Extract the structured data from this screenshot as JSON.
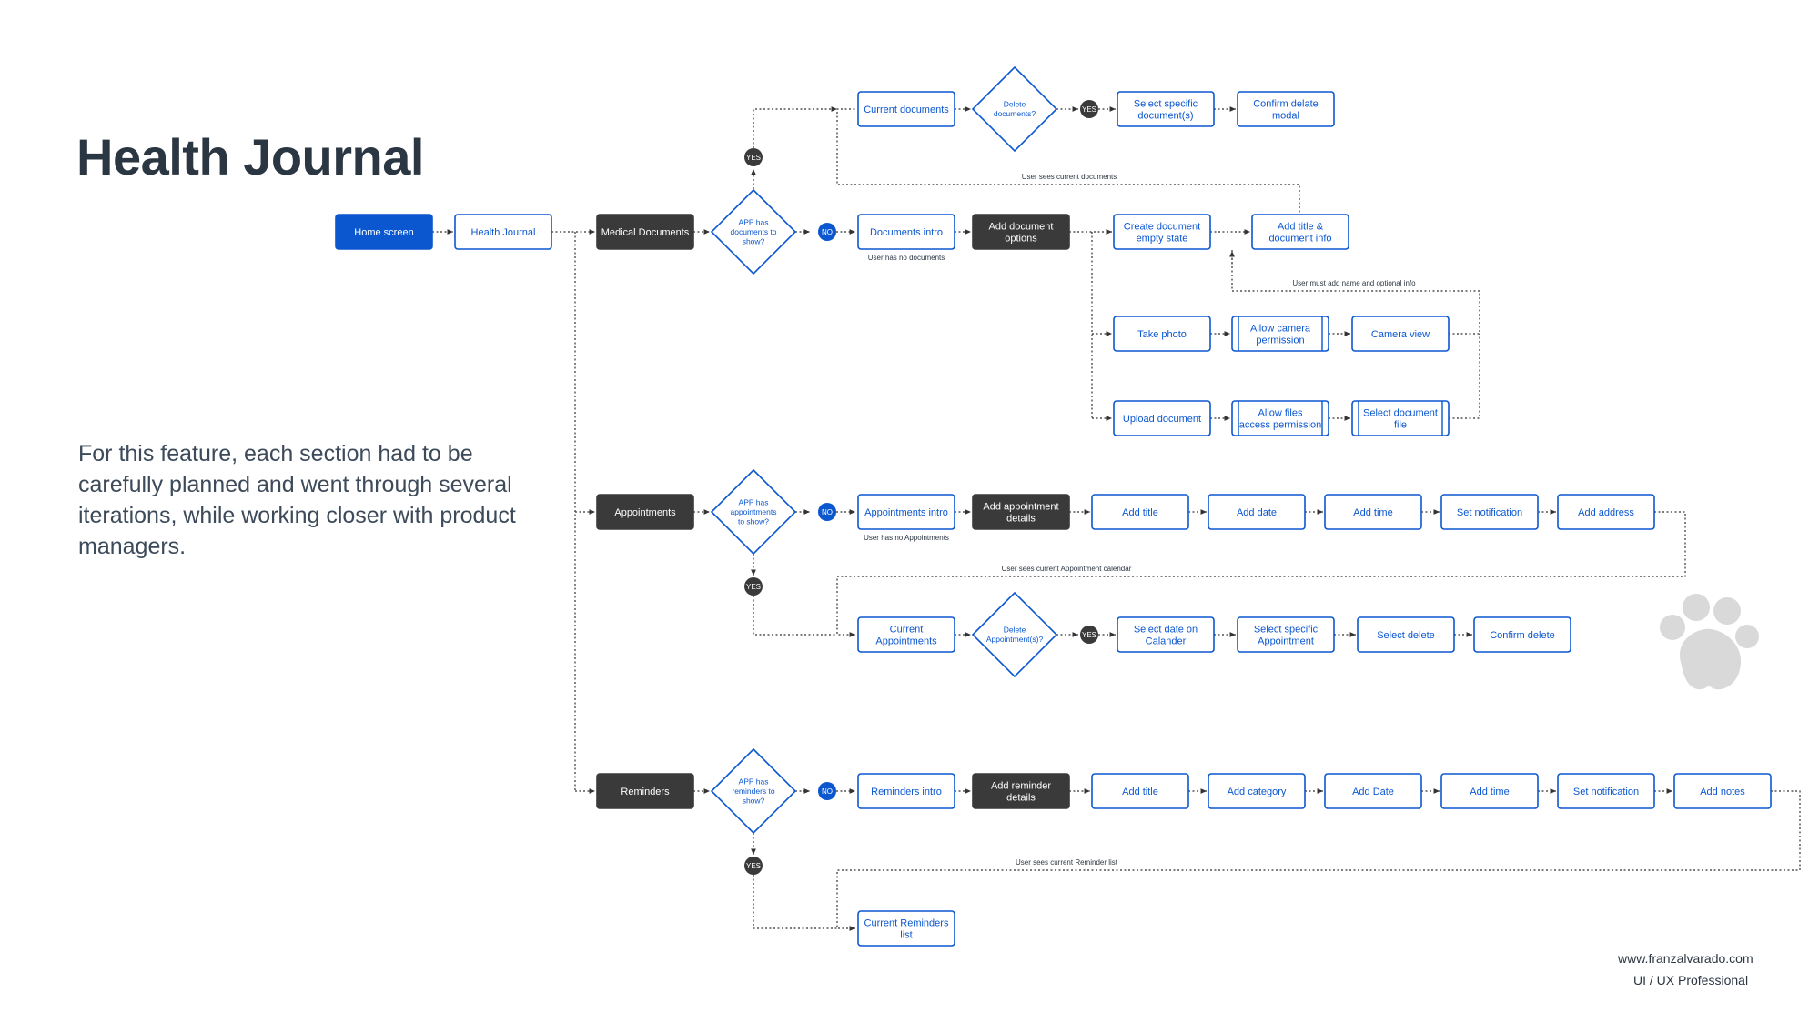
{
  "title": "Health Journal",
  "description": "For this feature, each section had to be carefully planned and went through several iterations, while working closer with product managers.",
  "footer": {
    "website": "www.franzalvarado.com",
    "role": "UI / UX Professional"
  },
  "nodes": {
    "home": "Home screen",
    "health": "Health Journal",
    "medical": "Medical Documents",
    "appointments": "Appointments",
    "reminders": "Reminders",
    "d_docs": "APP has documents to show?",
    "d_appts": "APP has appointments to show?",
    "d_rems": "APP has reminders to show?",
    "cur_docs": "Current documents",
    "d_delete_docs": "Delete documents?",
    "select_docs": "Select specific document(s)",
    "confirm_delate": "Confirm delate modal",
    "docs_intro": "Documents intro",
    "add_doc_opts": "Add document options",
    "create_doc_empty": "Create document empty state",
    "add_title_info": "Add title & document info",
    "take_photo": "Take photo",
    "allow_camera": "Allow camera permission",
    "camera_view": "Camera view",
    "upload_doc": "Upload document",
    "allow_files": "Allow files access permission",
    "select_doc_file": "Select document file",
    "appts_intro": "Appointments intro",
    "add_appt_details": "Add appointment details",
    "a_add_title": "Add title",
    "a_add_date": "Add date",
    "a_add_time": "Add time",
    "a_set_notif": "Set notification",
    "a_add_address": "Add address",
    "cur_appts": "Current Appointments",
    "d_delete_appts": "Delete Appointment(s)?",
    "select_date_cal": "Select date on Calander",
    "select_appt": "Select specific Appointment",
    "select_delete": "Select delete",
    "confirm_delete": "Confirm delete",
    "rems_intro": "Reminders intro",
    "add_rem_details": "Add reminder details",
    "r_add_title": "Add title",
    "r_add_category": "Add category",
    "r_add_date": "Add Date",
    "r_add_time": "Add time",
    "r_set_notif": "Set notification",
    "r_add_notes": "Add notes",
    "cur_rem_list": "Current Reminders list"
  },
  "badges": {
    "yes": "YES",
    "no": "NO"
  },
  "annotations": {
    "sees_docs": "User sees current documents",
    "no_docs": "User has no documents",
    "must_add_name": "User must add name and optional info",
    "no_appts": "User has no Appointments",
    "sees_calendar": "User sees current Appointment calendar",
    "sees_reminders": "User sees current Reminder list"
  },
  "colors": {
    "primary": "#0b57d0",
    "dark_node": "#3a3a3a",
    "text_dark": "#2b3643",
    "connector": "#333333",
    "paw": "#d9d9d9"
  },
  "icons": {
    "watermark": "paw-icon"
  }
}
